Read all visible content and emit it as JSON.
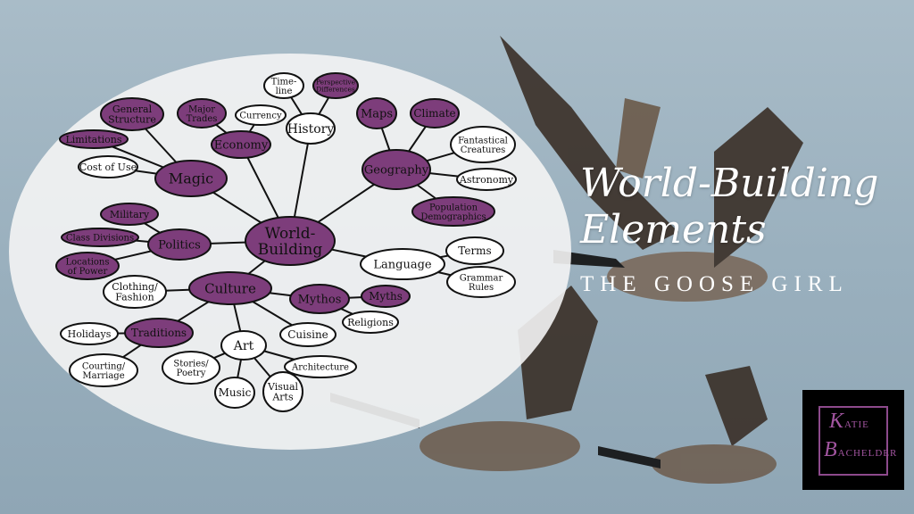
{
  "title": {
    "line1": "World-Building",
    "line2": "Elements"
  },
  "subtitle": "THE GOOSE GIRL",
  "logo": {
    "first_initial": "K",
    "first_rest": "ATIE",
    "last_initial": "B",
    "last_rest": "ACHELDER"
  },
  "colors": {
    "purple": "#7d3d7b",
    "white": "#ffffff",
    "stroke": "#111111",
    "logo_purple": "#a255a0"
  },
  "mindmap": {
    "nodes": [
      {
        "id": "wb",
        "label": "World-\nBuilding",
        "filled": true
      },
      {
        "id": "magic",
        "label": "Magic",
        "filled": true
      },
      {
        "id": "gen",
        "label": "General\nStructure",
        "filled": true
      },
      {
        "id": "lim",
        "label": "Limitations",
        "filled": true
      },
      {
        "id": "cost",
        "label": "Cost of Use",
        "filled": false
      },
      {
        "id": "economy",
        "label": "Economy",
        "filled": true
      },
      {
        "id": "trades",
        "label": "Major\nTrades",
        "filled": true
      },
      {
        "id": "currency",
        "label": "Currency",
        "filled": false
      },
      {
        "id": "history",
        "label": "History",
        "filled": false
      },
      {
        "id": "timeline",
        "label": "Time-\nline",
        "filled": false
      },
      {
        "id": "persp",
        "label": "Perspective\nDifferences",
        "filled": true
      },
      {
        "id": "maps",
        "label": "Maps",
        "filled": true
      },
      {
        "id": "climate",
        "label": "Climate",
        "filled": true
      },
      {
        "id": "geography",
        "label": "Geography",
        "filled": true
      },
      {
        "id": "fant",
        "label": "Fantastical\nCreatures",
        "filled": false
      },
      {
        "id": "astro",
        "label": "Astronomy",
        "filled": false
      },
      {
        "id": "popdemo",
        "label": "Population\nDemographics",
        "filled": true
      },
      {
        "id": "language",
        "label": "Language",
        "filled": false
      },
      {
        "id": "terms",
        "label": "Terms",
        "filled": false
      },
      {
        "id": "grammar",
        "label": "Grammar\nRules",
        "filled": false
      },
      {
        "id": "politics",
        "label": "Politics",
        "filled": true
      },
      {
        "id": "military",
        "label": "Military",
        "filled": true
      },
      {
        "id": "classdiv",
        "label": "Class Divisions",
        "filled": true
      },
      {
        "id": "locations",
        "label": "Locations\nof Power",
        "filled": true
      },
      {
        "id": "culture",
        "label": "Culture",
        "filled": true
      },
      {
        "id": "clothing",
        "label": "Clothing/\nFashion",
        "filled": false
      },
      {
        "id": "mythos",
        "label": "Mythos",
        "filled": true
      },
      {
        "id": "myths",
        "label": "Myths",
        "filled": true
      },
      {
        "id": "religions",
        "label": "Religions",
        "filled": false
      },
      {
        "id": "cuisine",
        "label": "Cuisine",
        "filled": false
      },
      {
        "id": "traditions",
        "label": "Traditions",
        "filled": true
      },
      {
        "id": "holidays",
        "label": "Holidays",
        "filled": false
      },
      {
        "id": "courting",
        "label": "Courting/\nMarriage",
        "filled": false
      },
      {
        "id": "art",
        "label": "Art",
        "filled": false
      },
      {
        "id": "stories",
        "label": "Stories/\nPoetry",
        "filled": false
      },
      {
        "id": "music",
        "label": "Music",
        "filled": false
      },
      {
        "id": "visual",
        "label": "Visual\nArts",
        "filled": false
      },
      {
        "id": "arch",
        "label": "Architecture",
        "filled": false
      }
    ],
    "edges": [
      [
        "wb",
        "magic"
      ],
      [
        "wb",
        "economy"
      ],
      [
        "wb",
        "history"
      ],
      [
        "wb",
        "geography"
      ],
      [
        "wb",
        "language"
      ],
      [
        "wb",
        "politics"
      ],
      [
        "wb",
        "culture"
      ],
      [
        "magic",
        "gen"
      ],
      [
        "magic",
        "lim"
      ],
      [
        "magic",
        "cost"
      ],
      [
        "economy",
        "trades"
      ],
      [
        "economy",
        "currency"
      ],
      [
        "history",
        "timeline"
      ],
      [
        "history",
        "persp"
      ],
      [
        "geography",
        "maps"
      ],
      [
        "geography",
        "climate"
      ],
      [
        "geography",
        "fant"
      ],
      [
        "geography",
        "astro"
      ],
      [
        "geography",
        "popdemo"
      ],
      [
        "language",
        "terms"
      ],
      [
        "language",
        "grammar"
      ],
      [
        "politics",
        "military"
      ],
      [
        "politics",
        "classdiv"
      ],
      [
        "politics",
        "locations"
      ],
      [
        "culture",
        "clothing"
      ],
      [
        "culture",
        "mythos"
      ],
      [
        "culture",
        "cuisine"
      ],
      [
        "culture",
        "traditions"
      ],
      [
        "culture",
        "art"
      ],
      [
        "mythos",
        "myths"
      ],
      [
        "mythos",
        "religions"
      ],
      [
        "traditions",
        "holidays"
      ],
      [
        "traditions",
        "courting"
      ],
      [
        "art",
        "stories"
      ],
      [
        "art",
        "music"
      ],
      [
        "art",
        "visual"
      ],
      [
        "art",
        "arch"
      ]
    ]
  }
}
